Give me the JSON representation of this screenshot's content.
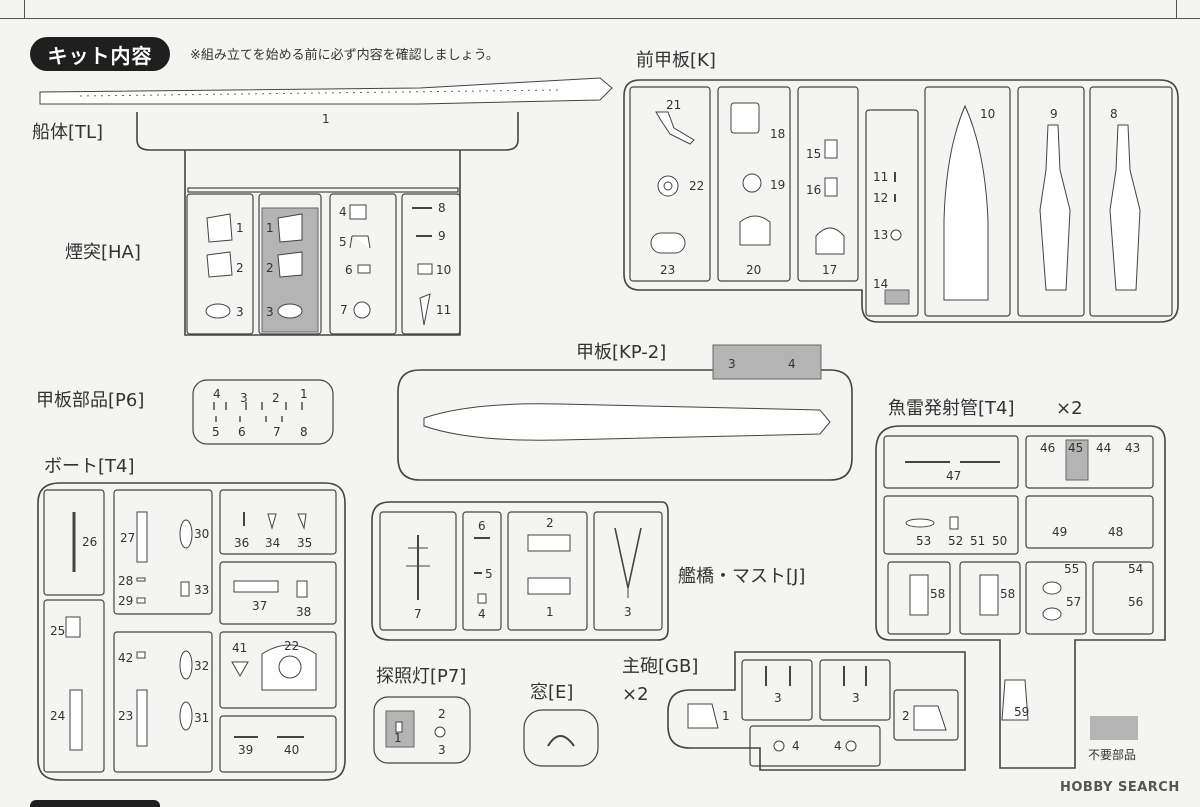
{
  "header": {
    "title": "キット内容",
    "note": "※組み立てを始める前に必ず内容を確認しましょう。"
  },
  "groups": {
    "hull": {
      "label": "船体[TL]",
      "parts": [
        "1"
      ]
    },
    "funnel": {
      "label": "煙突[HA]",
      "parts": [
        "1",
        "2",
        "3",
        "1",
        "2",
        "3",
        "4",
        "5",
        "6",
        "7",
        "8",
        "9",
        "10",
        "11"
      ]
    },
    "deck_parts": {
      "label": "甲板部品[P6]",
      "parts": [
        "4",
        "3",
        "2",
        "1",
        "5",
        "6",
        "7",
        "8"
      ]
    },
    "boat": {
      "label": "ボート[T4]",
      "parts": [
        "26",
        "27",
        "30",
        "36",
        "34",
        "35",
        "28",
        "33",
        "29",
        "37",
        "38",
        "25",
        "42",
        "32",
        "41",
        "22",
        "24",
        "23",
        "31",
        "39",
        "40"
      ]
    },
    "forward_deck": {
      "label": "前甲板[K]",
      "parts": [
        "21",
        "18",
        "22",
        "19",
        "15",
        "16",
        "23",
        "20",
        "17",
        "11",
        "12",
        "13",
        "14",
        "10",
        "9",
        "8"
      ]
    },
    "deck": {
      "label": "甲板[KP-2]",
      "parts": [
        "3",
        "4"
      ]
    },
    "bridge_mast": {
      "label": "艦橋・マスト[J]",
      "parts": [
        "6",
        "2",
        "5",
        "7",
        "4",
        "1",
        "3"
      ]
    },
    "torpedo": {
      "label": "魚雷発射管[T4]",
      "multiplier": "×2",
      "parts": [
        "47",
        "46",
        "45",
        "44",
        "43",
        "49",
        "48",
        "53",
        "52",
        "51",
        "50",
        "55",
        "54",
        "58",
        "58",
        "57",
        "56",
        "59"
      ]
    },
    "searchlight": {
      "label": "探照灯[P7]",
      "parts": [
        "1",
        "2",
        "3"
      ]
    },
    "window": {
      "label": "窓[E]"
    },
    "main_gun": {
      "label": "主砲[GB]",
      "multiplier": "×2",
      "parts": [
        "3",
        "3",
        "1",
        "2",
        "4",
        "4"
      ]
    }
  },
  "legend": {
    "label": "不要部品",
    "color": "#b4b4b4"
  },
  "watermark": "HOBBY SEARCH"
}
